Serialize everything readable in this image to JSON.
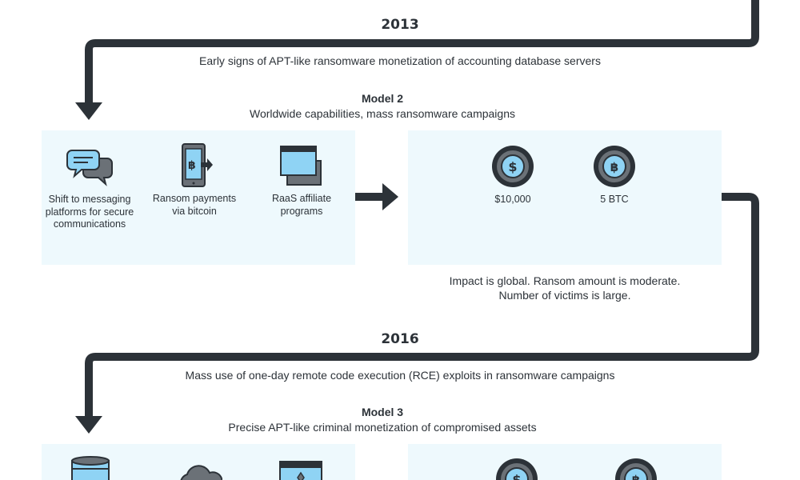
{
  "colors": {
    "line": "#2c3238",
    "panel": "#eef9fd",
    "icon_blue": "#8fd3f4",
    "icon_gray": "#6b7177"
  },
  "section_2013": {
    "year": "2013",
    "caption": "Early signs of APT-like ransomware monetization of accounting database servers"
  },
  "model2": {
    "title": "Model 2",
    "subtitle": "Worldwide capabilities, mass ransomware campaigns",
    "features": [
      {
        "icon": "chat-bubbles-icon",
        "label": "Shift to messaging platforms for secure communications"
      },
      {
        "icon": "phone-bitcoin-icon",
        "label": "Ransom payments via bitcoin"
      },
      {
        "icon": "browser-windows-icon",
        "label": "RaaS affiliate programs"
      }
    ],
    "ransom": [
      {
        "icon": "dollar-coin-icon",
        "label": "$10,000"
      },
      {
        "icon": "bitcoin-coin-icon",
        "label": "5 BTC"
      }
    ],
    "impact_line1": "Impact is global. Ransom amount is moderate.",
    "impact_line2": "Number of victims is large."
  },
  "section_2016": {
    "year": "2016",
    "caption": "Mass use of one-day remote code execution (RCE) exploits in ransomware campaigns"
  },
  "model3": {
    "title": "Model 3",
    "subtitle": "Precise APT-like criminal monetization of compromised assets",
    "features": [
      {
        "icon": "database-icon"
      },
      {
        "icon": "cloud-icon"
      },
      {
        "icon": "browser-window-icon"
      }
    ],
    "ransom": [
      {
        "icon": "dollar-coin-icon"
      },
      {
        "icon": "bitcoin-coin-icon"
      }
    ]
  }
}
